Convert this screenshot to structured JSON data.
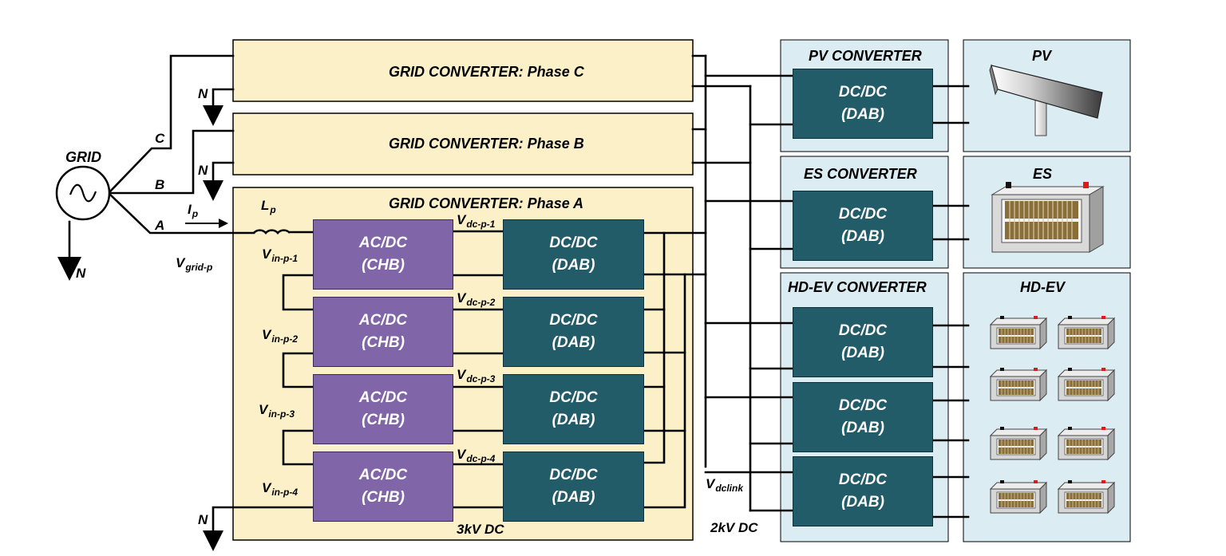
{
  "grid": {
    "label": "GRID",
    "phase_a": "A",
    "phase_b": "B",
    "phase_c": "C",
    "neutral": "N"
  },
  "grid_converters": {
    "phase_c_title": "GRID CONVERTER: Phase C",
    "phase_b_title": "GRID CONVERTER: Phase B",
    "phase_a_title": "GRID CONVERTER: Phase A"
  },
  "symbols": {
    "ip_main": "I",
    "ip_sub": "p",
    "lp_main": "L",
    "lp_sub": "p",
    "vgrid_main": "V",
    "vgrid_sub": "grid-p",
    "v_main": "V",
    "vin_subs": [
      "in-p-1",
      "in-p-2",
      "in-p-3",
      "in-p-4"
    ],
    "vdc_subs": [
      "dc-p-1",
      "dc-p-2",
      "dc-p-3",
      "dc-p-4"
    ],
    "vdclink_sub": "dclink"
  },
  "cells": {
    "acdc_top": "AC/DC",
    "acdc_bottom": "(CHB)",
    "dcdc_top": "DC/DC",
    "dcdc_bottom": "(DAB)"
  },
  "bus_labels": {
    "hv_dc": "3kV DC",
    "lv_dc": "2kV DC"
  },
  "converters": {
    "pv_title": "PV CONVERTER",
    "es_title": "ES CONVERTER",
    "hdev_title": "HD-EV CONVERTER"
  },
  "sources": {
    "pv": "PV",
    "es": "ES",
    "hdev": "HD-EV"
  },
  "colors": {
    "grid_converter_fill": "#fcf0c9",
    "right_panel_fill": "#dbedf3",
    "acdc_fill": "#8165a9",
    "dcdc_fill": "#215c68",
    "battery_cell": "#8a6e3a"
  },
  "icons": [
    "sine-source-icon",
    "ground-icon",
    "inductor-icon",
    "solar-panel-icon",
    "battery-pack-icon",
    "ev-battery-icon"
  ]
}
